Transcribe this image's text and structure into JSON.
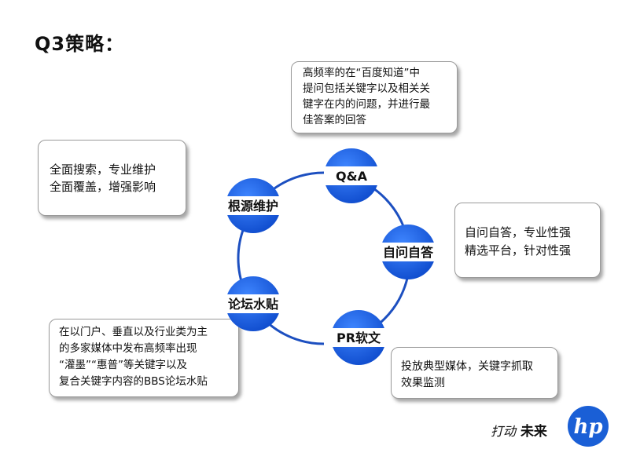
{
  "title": "Q3策略：",
  "nodes": [
    {
      "id": "qa",
      "label": "Q&A"
    },
    {
      "id": "self",
      "label": "自问自答"
    },
    {
      "id": "pr",
      "label": "PR软文"
    },
    {
      "id": "forum",
      "label": "论坛水贴"
    },
    {
      "id": "root",
      "label": "根源维护"
    }
  ],
  "callouts": {
    "qa": [
      "高频率的在“百度知道”中",
      "提问包括关键字以及相关关",
      "键字在内的问题，并进行最",
      "佳答案的回答"
    ],
    "root": [
      "全面搜索，专业维护",
      "全面覆盖，增强影响"
    ],
    "self": [
      "自问自答，专业性强",
      "精选平台，针对性强"
    ],
    "forum": [
      "在以门户、垂直以及行业类为主",
      "的多家媒体中发布高频率出现",
      "“灌墨”“惠普”等关键字以及",
      "复合关键字内容的BBS论坛水贴"
    ],
    "pr": [
      "投放典型媒体，关键字抓取",
      "效果监测"
    ]
  },
  "footer": {
    "slogan_a": "打动",
    "slogan_b": "未来",
    "logo_text": "hp"
  },
  "colors": {
    "node_blue": "#1a5fd6",
    "ring": "#1c4fc0",
    "band": "#ffffff"
  }
}
